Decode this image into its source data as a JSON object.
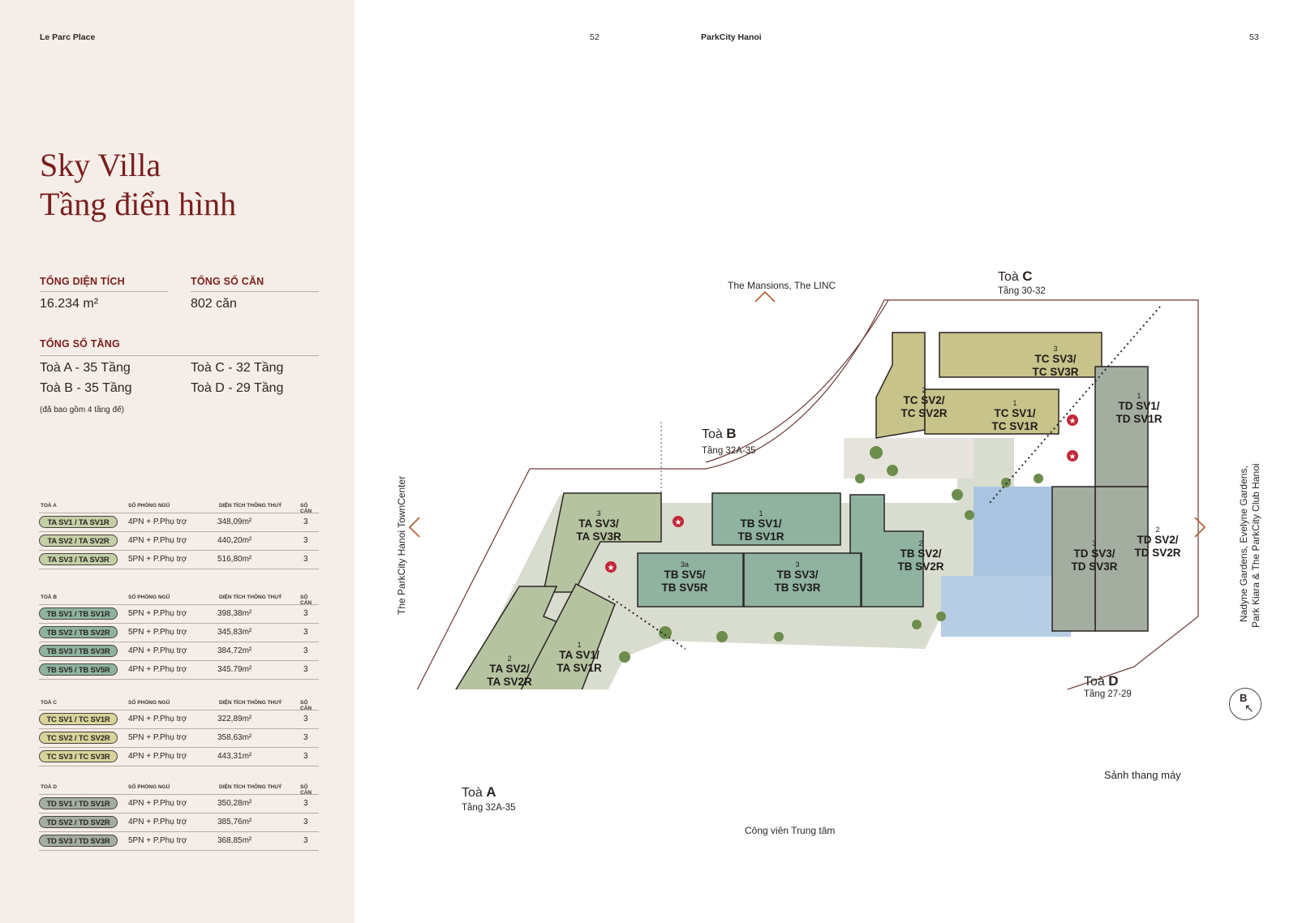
{
  "header": {
    "left_brand": "Le Parc Place",
    "left_page": "52",
    "right_brand": "ParkCity Hanoi",
    "right_page": "53"
  },
  "title": {
    "line1": "Sky Villa",
    "line2": "Tầng điển hình"
  },
  "stats": {
    "total_area_label": "TỔNG DIỆN TÍCH",
    "total_area_value": "16.234 m²",
    "total_units_label": "TỔNG SỐ CĂN",
    "total_units_value": "802 căn",
    "total_floors_label": "TỔNG SỐ TẦNG",
    "floors": [
      "Toà A - 35 Tầng",
      "Toà C - 32 Tầng",
      "Toà B - 35 Tầng",
      "Toà D - 29 Tầng"
    ],
    "note": "(đã bao gồm 4 tầng đế)"
  },
  "columns": {
    "rooms": "SỐ PHÒNG NGỦ",
    "area": "DIỆN TÍCH THÔNG THUỶ",
    "count": "SỐ CĂN"
  },
  "tables": [
    {
      "tower": "TOÀ A",
      "color": "#c4cfa6",
      "rows": [
        {
          "unit": "TA SV1 / TA SV1R",
          "rooms": "4PN + P.Phụ trợ",
          "area": "348,09m²",
          "count": "3"
        },
        {
          "unit": "TA SV2 / TA SV2R",
          "rooms": "4PN + P.Phụ trợ",
          "area": "440,20m²",
          "count": "3"
        },
        {
          "unit": "TA SV3 / TA SV3R",
          "rooms": "5PN + P.Phụ trợ",
          "area": "516,80m²",
          "count": "3"
        }
      ]
    },
    {
      "tower": "TOÀ B",
      "color": "#8fb3a0",
      "rows": [
        {
          "unit": "TB SV1 / TB SV1R",
          "rooms": "5PN + P.Phụ trợ",
          "area": "398,38m²",
          "count": "3"
        },
        {
          "unit": "TB SV2 / TB SV2R",
          "rooms": "5PN + P.Phụ trợ",
          "area": "345,83m²",
          "count": "3"
        },
        {
          "unit": "TB SV3 / TB SV3R",
          "rooms": "4PN + P.Phụ trợ",
          "area": "384,72m²",
          "count": "3"
        },
        {
          "unit": "TB SV5 / TB SV5R",
          "rooms": "4PN + P.Phụ trợ",
          "area": "345.79m²",
          "count": "3"
        }
      ]
    },
    {
      "tower": "TOÀ C",
      "color": "#d8d49a",
      "rows": [
        {
          "unit": "TC SV1 / TC SV1R",
          "rooms": "4PN + P.Phụ trợ",
          "area": "322,89m²",
          "count": "3"
        },
        {
          "unit": "TC SV2 / TC SV2R",
          "rooms": "5PN + P.Phụ trợ",
          "area": "358,63m²",
          "count": "3"
        },
        {
          "unit": "TC SV3 / TC SV3R",
          "rooms": "4PN + P.Phụ trợ",
          "area": "443,31m²",
          "count": "3"
        }
      ]
    },
    {
      "tower": "TOÀ D",
      "color": "#a3ada0",
      "rows": [
        {
          "unit": "TD SV1 / TD SV1R",
          "rooms": "4PN + P.Phụ trợ",
          "area": "350,28m²",
          "count": "3"
        },
        {
          "unit": "TD SV2 / TD SV2R",
          "rooms": "4PN + P.Phụ trợ",
          "area": "385,76m²",
          "count": "3"
        },
        {
          "unit": "TD SV3 / TD SV3R",
          "rooms": "5PN + P.Phụ trợ",
          "area": "368,85m²",
          "count": "3"
        }
      ]
    }
  ],
  "map": {
    "top_label": "The Mansions, The LINC",
    "bottom_label": "Công viên Trung tâm",
    "left_label": "The ParkCity Hanoi TownCenter",
    "right_label_1": "Nadyne Gardens, Evelyne Gardens,",
    "right_label_2": "Park Kiara & The ParkCity Club Hanoi",
    "toa_word": "Toà",
    "towers": {
      "a": {
        "letter": "A",
        "floors": "Tầng 32A-35"
      },
      "b": {
        "letter": "B",
        "floors": "Tầng 32A-35"
      },
      "c": {
        "letter": "C",
        "floors": "Tầng 30-32"
      },
      "d": {
        "letter": "D",
        "floors": "Tầng 27-29"
      }
    },
    "units": [
      {
        "num": "3",
        "l1": "TA SV3/",
        "l2": "TA SV3R"
      },
      {
        "num": "2",
        "l1": "TA SV2/",
        "l2": "TA SV2R"
      },
      {
        "num": "1",
        "l1": "TA SV1/",
        "l2": "TA SV1R"
      },
      {
        "num": "1",
        "l1": "TB SV1/",
        "l2": "TB SV1R"
      },
      {
        "num": "3a",
        "l1": "TB SV5/",
        "l2": "TB SV5R"
      },
      {
        "num": "3",
        "l1": "TB SV3/",
        "l2": "TB SV3R"
      },
      {
        "num": "2",
        "l1": "TB SV2/",
        "l2": "TB SV2R"
      },
      {
        "num": "2",
        "l1": "TC SV2/",
        "l2": "TC SV2R"
      },
      {
        "num": "1",
        "l1": "TC SV1/",
        "l2": "TC SV1R"
      },
      {
        "num": "3",
        "l1": "TC SV3/",
        "l2": "TC SV3R"
      },
      {
        "num": "1",
        "l1": "TD SV1/",
        "l2": "TD SV1R"
      },
      {
        "num": "2",
        "l1": "TD SV2/",
        "l2": "TD SV2R"
      },
      {
        "num": "3",
        "l1": "TD SV3/",
        "l2": "TD SV3R"
      }
    ],
    "legend": "Sảnh thang máy",
    "compass": "B"
  }
}
